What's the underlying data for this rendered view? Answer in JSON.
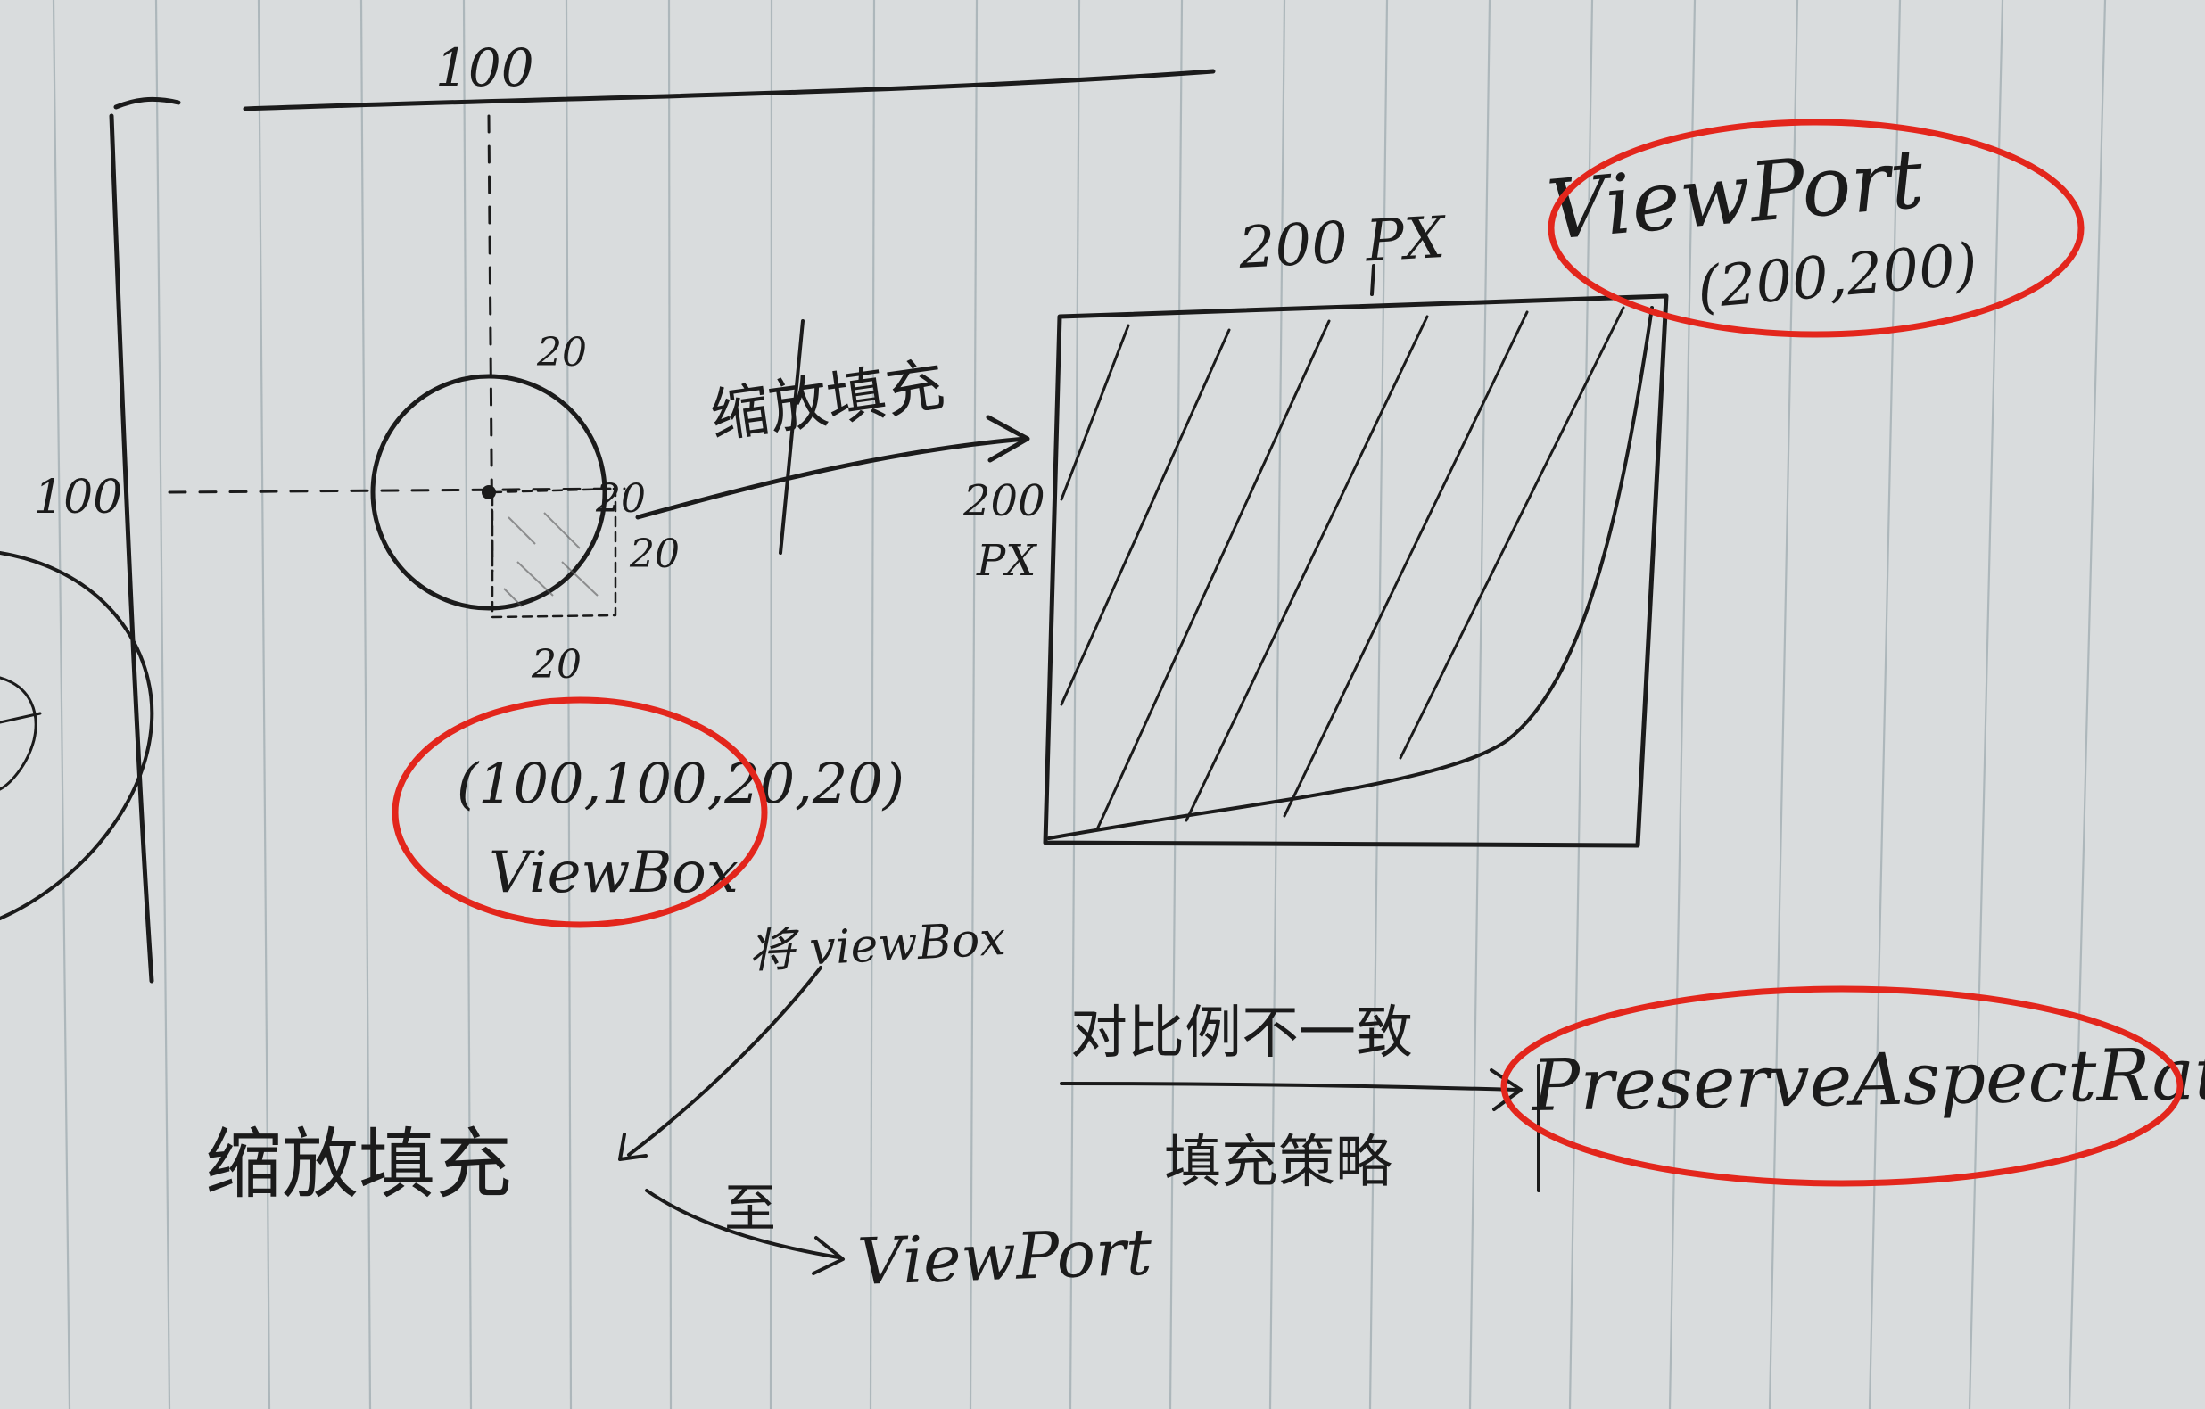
{
  "colors": {
    "paper": "#d9dcdd",
    "ink": "#1b1b1b",
    "highlight": "#e3261c"
  },
  "viewbox_sketch": {
    "top_width": "100",
    "left_height": "100",
    "circle_radius_top": "20",
    "circle_radius_right": "20",
    "square_side_right": "20",
    "square_side_bottom": "20",
    "viewbox_value": "(100,100,20,20)",
    "viewbox_name": "ViewBox"
  },
  "viewport_sketch": {
    "scale_arrow_label": "缩放填充",
    "width_label": "200 PX",
    "height_label_num": "200",
    "height_label_unit": "PX",
    "viewport_name": "ViewPort",
    "viewport_value": "(200,200)"
  },
  "bottom_notes": {
    "left_phrase": "缩放填充",
    "upper_branch": "将 viewBox",
    "lower_branch_connector": "至",
    "lower_branch_target": "ViewPort",
    "ratio_note_line1": "对比例不一致",
    "ratio_note_line2": "填充策略",
    "attribute_name": "PreserveAspectRatio"
  }
}
